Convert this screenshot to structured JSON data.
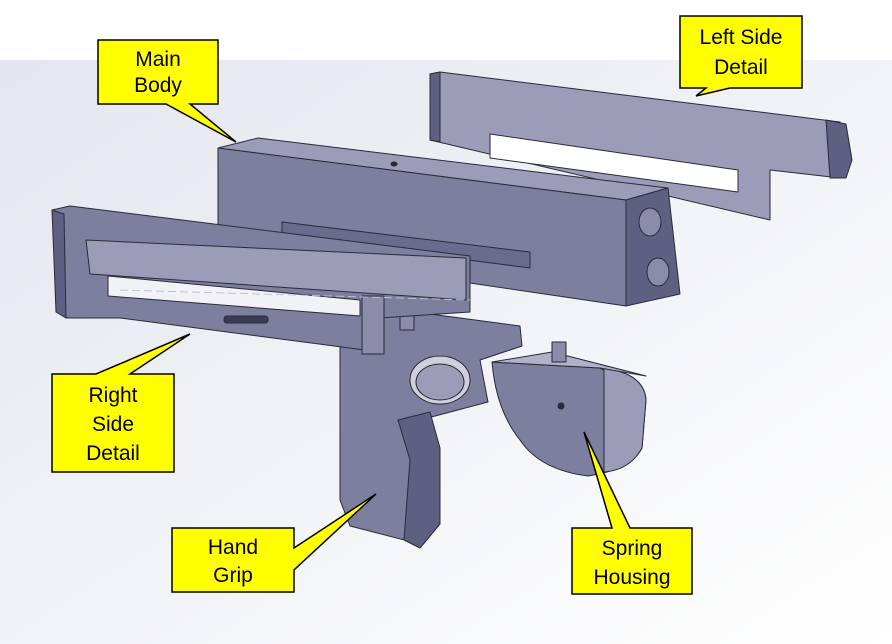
{
  "labels": {
    "main_body": [
      "Main",
      "Body"
    ],
    "left_side_detail": [
      "Left Side",
      "Detail"
    ],
    "right_side_detail": [
      "Right",
      "Side",
      "Detail"
    ],
    "hand_grip": [
      "Hand",
      "Grip"
    ],
    "spring_housing": [
      "Spring",
      "Housing"
    ]
  },
  "colors": {
    "callout_fill": "#ffff00",
    "callout_stroke": "#000000",
    "part_face": "#7c7f9e",
    "part_light": "#9a9cb8",
    "part_dark": "#5e6082",
    "edge": "#2a2a3a"
  }
}
